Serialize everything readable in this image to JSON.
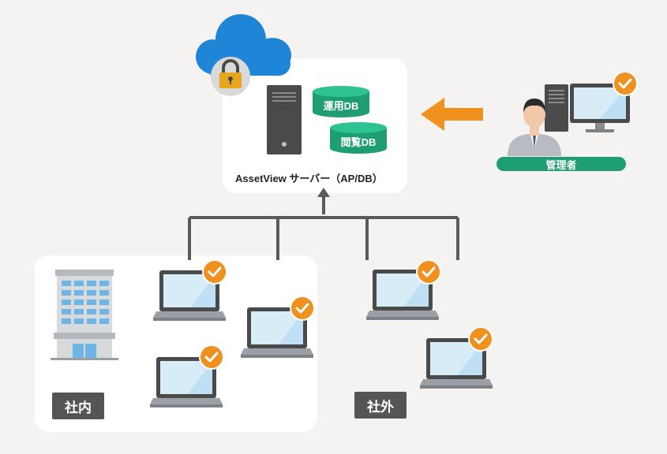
{
  "server": {
    "label": "AssetView サーバー（AP/DB）"
  },
  "databases": [
    {
      "label": "運用DB"
    },
    {
      "label": "閲覧DB"
    }
  ],
  "admin": {
    "label": "管理者"
  },
  "zones": {
    "internal": "社内",
    "external": "社外"
  },
  "colors": {
    "accent_orange": "#f0901e",
    "db_green": "#1e9e72",
    "cloud_blue": "#1f85d6",
    "tag_gray": "#555555"
  }
}
